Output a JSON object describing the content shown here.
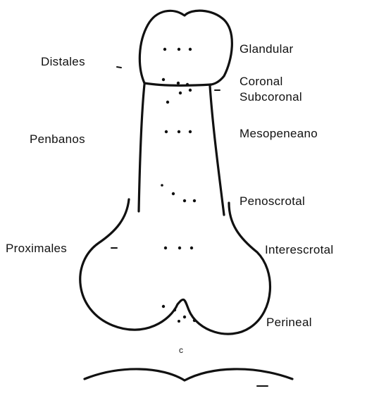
{
  "labels": {
    "distales": "Distales",
    "penianos": "Penbanos",
    "proximales": "Proximales",
    "glandular": "Glandular",
    "coronal": "Coronal",
    "subcoronal": "Subcoronal",
    "mesopeneano": "Mesopeneano",
    "penoscrotal": "Penoscrotal",
    "interescrotal": "Interescrotal",
    "perineal": "Perineal",
    "small_mark": "c"
  }
}
